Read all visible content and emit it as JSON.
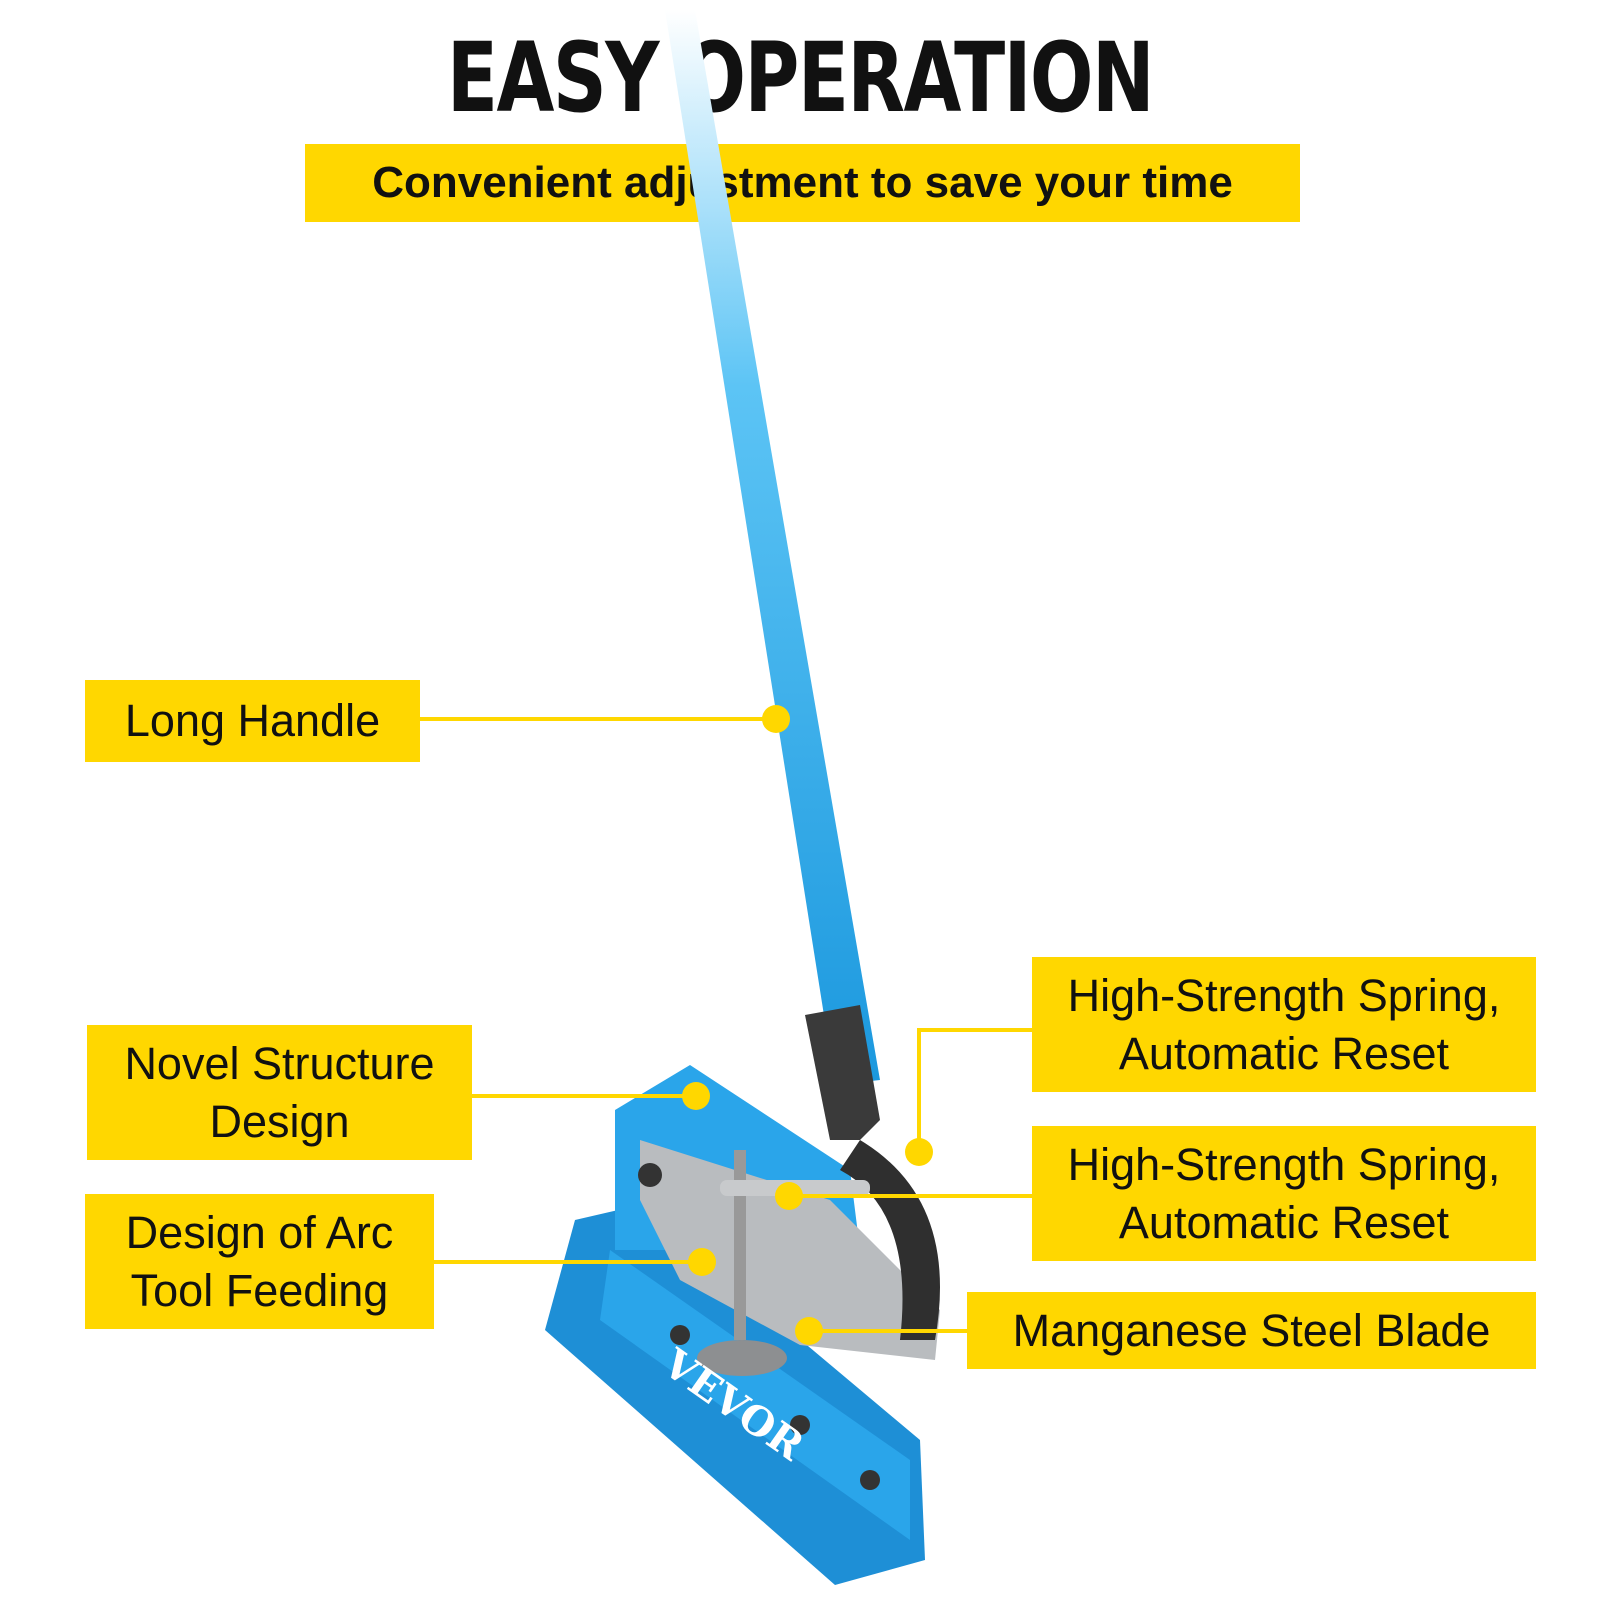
{
  "header": {
    "title": "EASY OPERATION",
    "subtitle": "Convenient adjustment to save your time"
  },
  "callouts": [
    {
      "lines": [
        "Long Handle"
      ]
    },
    {
      "lines": [
        "Novel Structure",
        "Design"
      ]
    },
    {
      "lines": [
        "Design of Arc",
        "Tool Feeding"
      ]
    },
    {
      "lines": [
        "High-Strength Spring,",
        "Automatic Reset"
      ]
    },
    {
      "lines": [
        "High-Strength Spring,",
        "Automatic Reset"
      ]
    },
    {
      "lines": [
        "Manganese Steel Blade"
      ]
    }
  ],
  "product": {
    "brand": "VEVOR"
  },
  "colors": {
    "accent": "#FFD700",
    "product_blue": "#1E9BE0",
    "text": "#111111"
  }
}
